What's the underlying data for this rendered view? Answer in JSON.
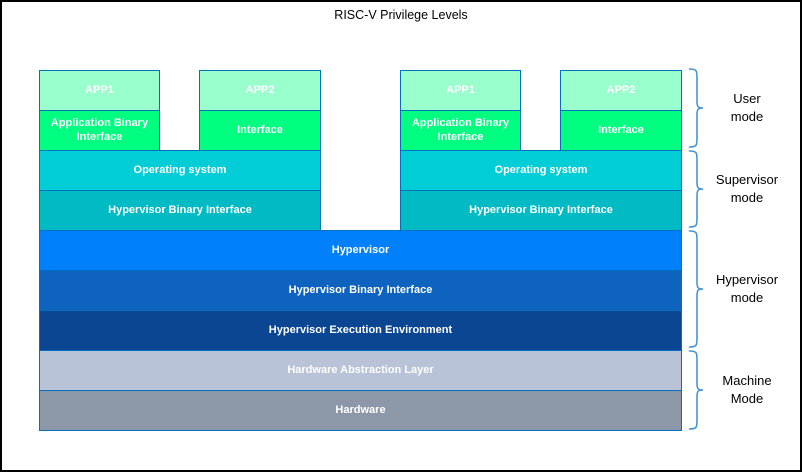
{
  "title": "RISC-V Privilege Levels",
  "colors": {
    "app_fill": "#99FFCC",
    "abi_fill": "#00FF80",
    "os_fill": "#00CDD6",
    "hbi_supervisor_fill": "#00BAC4",
    "hypervisor_fill": "#0080FB",
    "hbi_hypervisor_fill": "#0D63BD",
    "hee_fill": "#0B4693",
    "hal_fill": "#B8C3D8",
    "hardware_fill": "#8C98A8",
    "box_border": "#0070C0",
    "brace": "#4795D2",
    "title_text": "#000000",
    "box_text": "#FFFFFF"
  },
  "groups": [
    {
      "app1": "APP1",
      "app2": "APP2",
      "abi": "Application Binary Interface",
      "interface": "Interface",
      "os": "Operating system",
      "hbi": "Hypervisor Binary Interface"
    },
    {
      "app1": "APP1",
      "app2": "APP2",
      "abi": "Application Binary Interface",
      "interface": "Interface",
      "os": "Operating system",
      "hbi": "Hypervisor Binary Interface"
    }
  ],
  "layers": [
    {
      "label": "Hypervisor"
    },
    {
      "label": "Hypervisor Binary Interface"
    },
    {
      "label": "Hypervisor Execution Environment"
    },
    {
      "label": "Hardware Abstraction Layer"
    },
    {
      "label": "Hardware"
    }
  ],
  "modes": [
    {
      "label": "User\nmode"
    },
    {
      "label": "Supervisor\nmode"
    },
    {
      "label": "Hypervisor\nmode"
    },
    {
      "label": "Machine\nMode"
    }
  ]
}
